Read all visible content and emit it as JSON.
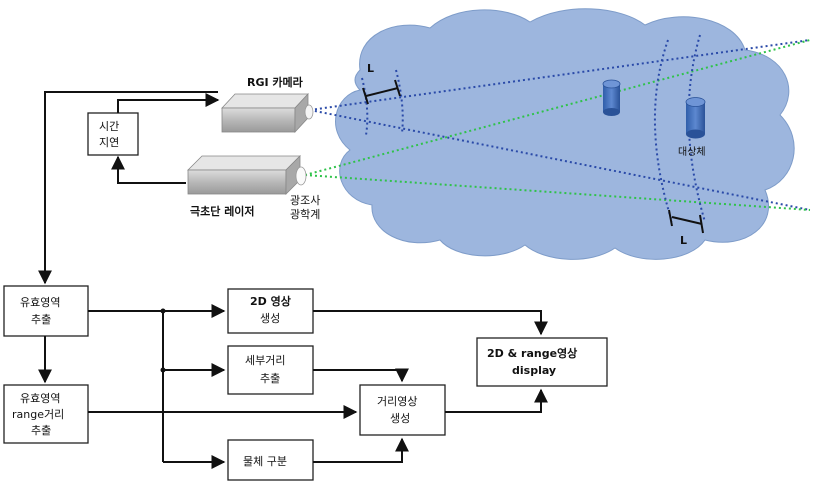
{
  "camera": {
    "label": "RGI 카메라"
  },
  "laser": {
    "label": "극초단 레이저"
  },
  "optics": {
    "line1": "광조사",
    "line2": "광학계"
  },
  "target": {
    "label": "대상체"
  },
  "gate": {
    "top_label": "L",
    "bottom_label": "L"
  },
  "delay_box": {
    "line1": "시간",
    "line2": "지연"
  },
  "valid_region_box": {
    "line1": "유효영역",
    "line2": "추출"
  },
  "range_extract_box": {
    "line1": "유효영역",
    "line2": "range거리",
    "line3": "추출"
  },
  "image_2d_box": {
    "line1": "2D 영상",
    "line2": "생성"
  },
  "detail_distance_box": {
    "line1": "세부거리",
    "line2": "추출"
  },
  "object_box": {
    "line1": "물체 구분"
  },
  "distance_image_box": {
    "line1": "거리영상",
    "line2": "생성"
  },
  "display_box": {
    "line1": "2D & range영상",
    "line2": "display"
  },
  "colors": {
    "cloud": "#9db6de",
    "camera_beam": "#2a4aa8",
    "laser_beam": "#2fc24a",
    "target": "#3d6fc2"
  }
}
